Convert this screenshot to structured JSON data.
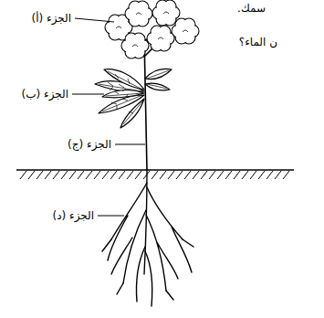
{
  "diagram": {
    "labels": [
      "سمك.",
      "ن الماء؟",
      "الجزء (أ)",
      "الجزء (ب)",
      "الجزء (ج)",
      "الجزء (د)"
    ]
  }
}
